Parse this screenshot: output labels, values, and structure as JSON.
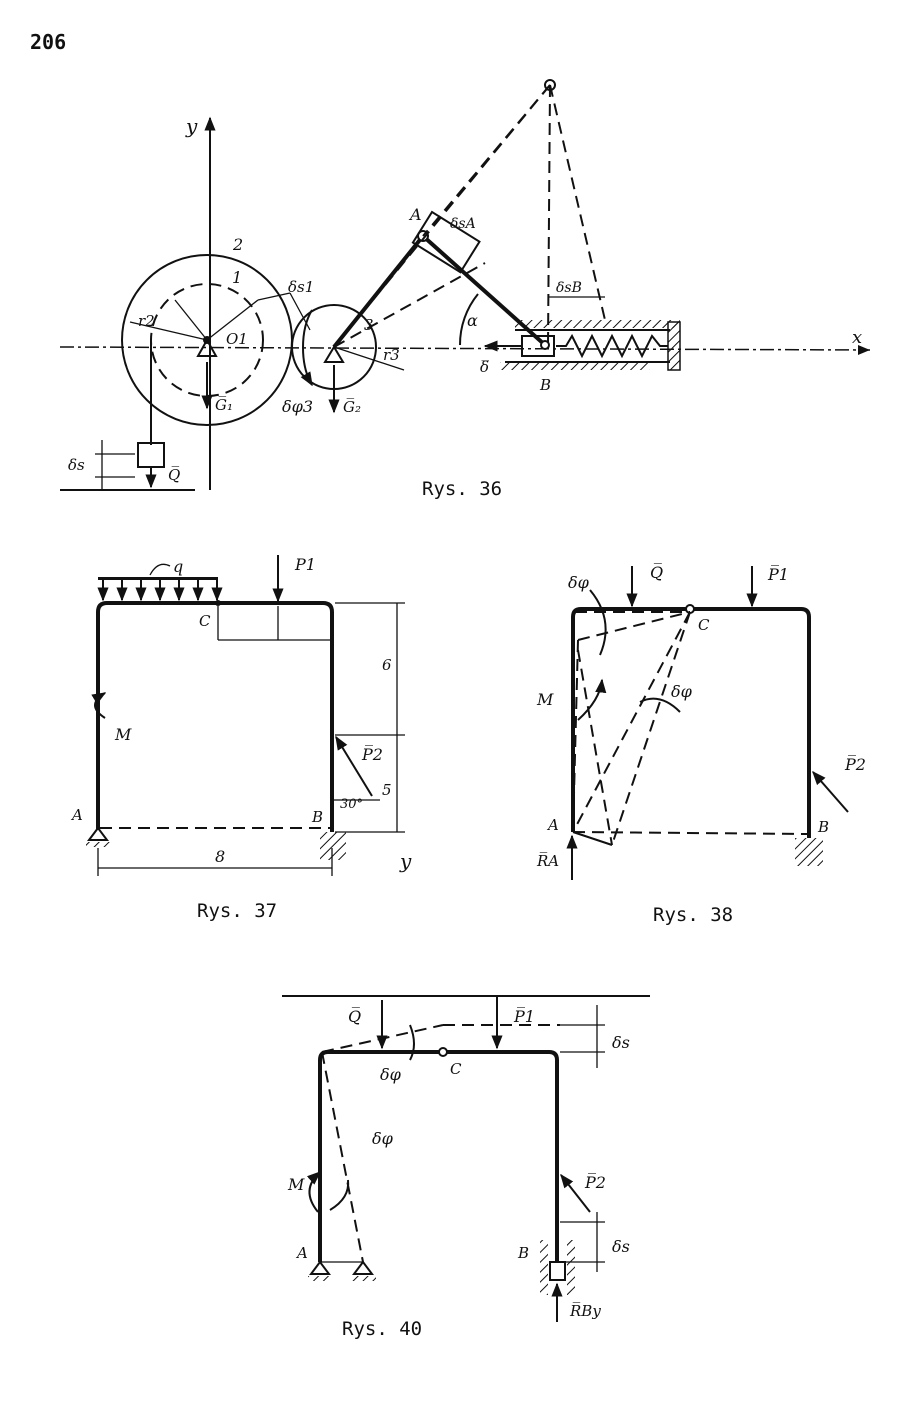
{
  "page_number": "206",
  "figures": {
    "fig36": {
      "caption": "Rys. 36",
      "labels": {
        "y": "y",
        "x": "x",
        "A": "A",
        "B": "B",
        "r2": "r2",
        "r3": "r3",
        "num1": "1",
        "num2": "2",
        "num3": "3",
        "O1": "O1",
        "alpha": "α",
        "dphi3": "δφ3",
        "ds1": "δs1",
        "dsA": "δsA",
        "dsB": "δsB",
        "ds": "δs",
        "G1": "G̅₁",
        "G2": "G̅₂",
        "Q": "Q̅",
        "delta": "δ̅"
      }
    },
    "fig37": {
      "caption": "Rys. 37",
      "labels": {
        "q": "q",
        "P1": "P1",
        "C": "C",
        "M": "M",
        "P2": "P̅2",
        "A": "A",
        "B": "B",
        "dim6": "6",
        "dim5": "5",
        "dim8": "8",
        "angle30": "30°",
        "y": "y"
      }
    },
    "fig38": {
      "caption": "Rys. 38",
      "labels": {
        "dphi_top": "δφ",
        "dphi_mid": "δφ",
        "Q": "Q̅",
        "P1": "P̅1",
        "C": "C",
        "M": "M",
        "P2": "P̅2",
        "A": "A",
        "B": "B",
        "RA": "R̅A"
      }
    },
    "fig40": {
      "caption": "Rys. 40",
      "labels": {
        "Q": "Q̅",
        "P1": "P̅1",
        "C": "C",
        "dphi_top": "δφ",
        "dphi_left": "δφ",
        "ds_top": "δs",
        "ds_bottom": "δs",
        "M": "M",
        "P2": "P̅2",
        "A": "A",
        "B": "B",
        "RBy": "R̅By"
      }
    }
  }
}
